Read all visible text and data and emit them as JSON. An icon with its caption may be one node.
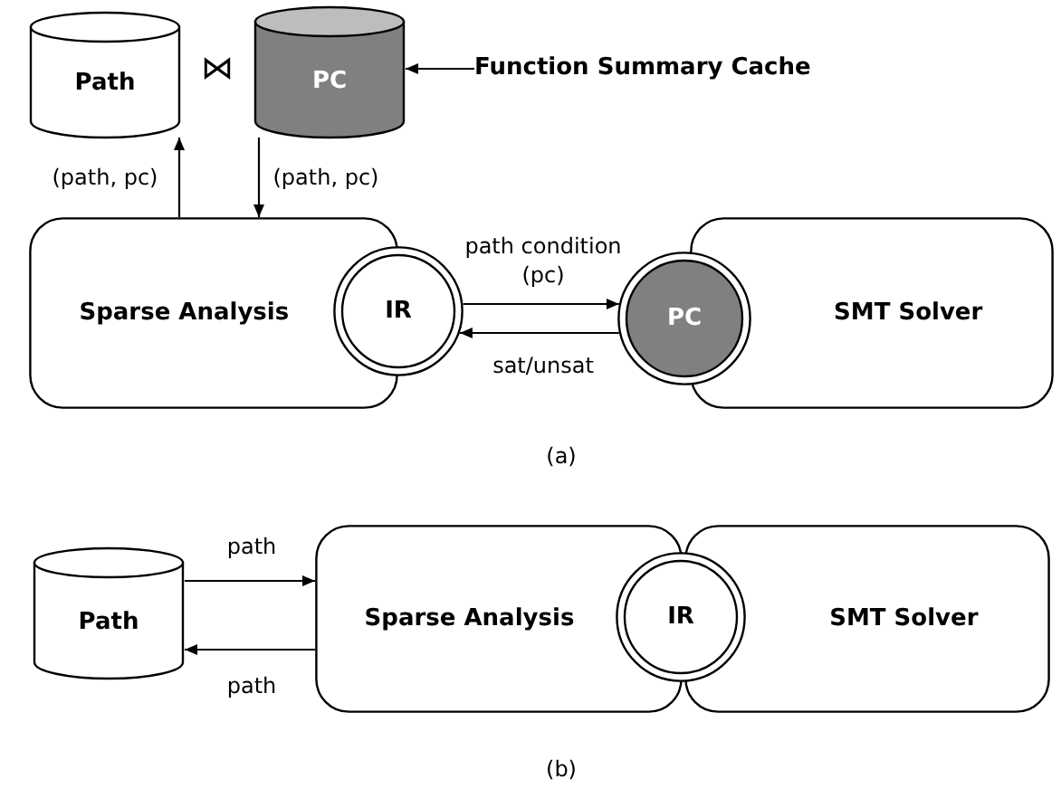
{
  "diagram": {
    "nodes": [
      {
        "text": [
          "Path"
        ]
      },
      {
        "text": [
          "PC"
        ]
      },
      {
        "text": [
          "Function Summary Cache"
        ]
      },
      {
        "text": [
          "Sparse Analysis"
        ]
      },
      {
        "text": [
          "IR"
        ]
      },
      {
        "text": [
          "PC"
        ]
      },
      {
        "text": [
          "SMT Solver"
        ]
      },
      {
        "text": [
          "Path"
        ]
      },
      {
        "text": [
          "Sparse Analysis"
        ]
      },
      {
        "text": [
          "IR"
        ]
      },
      {
        "text": [
          "SMT Solver"
        ]
      }
    ],
    "edges": [
      {
        "from": 3,
        "to": 0,
        "arrow": "to",
        "label": "(path, pc)"
      },
      {
        "from": 1,
        "to": 3,
        "arrow": "to",
        "label": "(path, pc)"
      },
      {
        "from": 4,
        "to": 5,
        "arrow": "to",
        "label": "path condition (pc)"
      },
      {
        "from": 5,
        "to": 4,
        "arrow": "to",
        "label": "sat/unsat"
      },
      {
        "from": 7,
        "to": 8,
        "arrow": "to",
        "label": "path"
      },
      {
        "from": 8,
        "to": 7,
        "arrow": "to",
        "label": "path"
      },
      {
        "from": 2,
        "to": 1,
        "arrow": "to"
      }
    ],
    "labels": [
      "⋈",
      "(a)",
      "(b)"
    ]
  }
}
